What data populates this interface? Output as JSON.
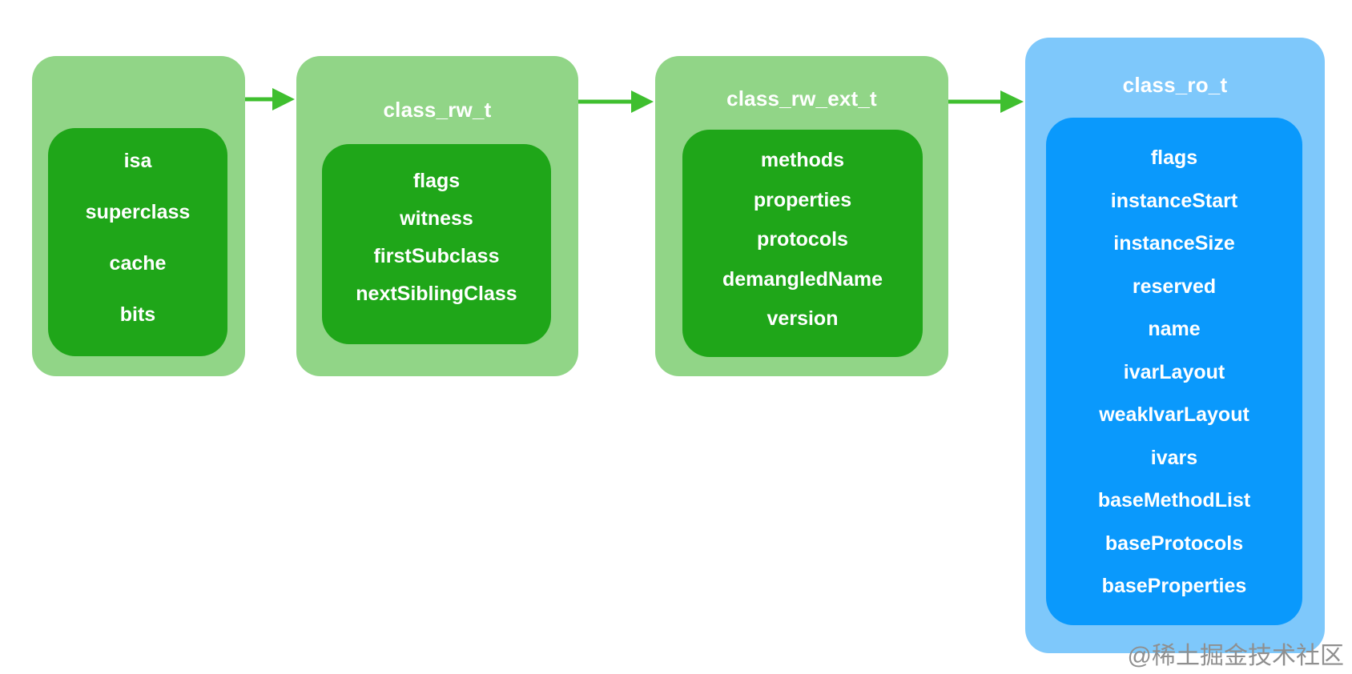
{
  "boxes": [
    {
      "title": "MYClass",
      "fields": [
        "isa",
        "superclass",
        "cache",
        "bits"
      ]
    },
    {
      "title": "class_rw_t",
      "fields": [
        "flags",
        "witness",
        "firstSubclass",
        "nextSiblingClass"
      ]
    },
    {
      "title": "class_rw_ext_t",
      "fields": [
        "methods",
        "properties",
        "protocols",
        "demangledName",
        "version"
      ]
    },
    {
      "title": "class_ro_t",
      "fields": [
        "flags",
        "instanceStart",
        "instanceSize",
        "reserved",
        "name",
        "ivarLayout",
        "weakIvarLayout",
        "ivars",
        "baseMethodList",
        "baseProtocols",
        "baseProperties"
      ]
    }
  ],
  "watermark": "@稀土掘金技术社区",
  "colors": {
    "green_outer": "#91d587",
    "green_inner": "#1fa619",
    "blue_outer": "#7ec8fb",
    "blue_inner": "#0a99fc",
    "arrow": "#3fbf2f"
  }
}
